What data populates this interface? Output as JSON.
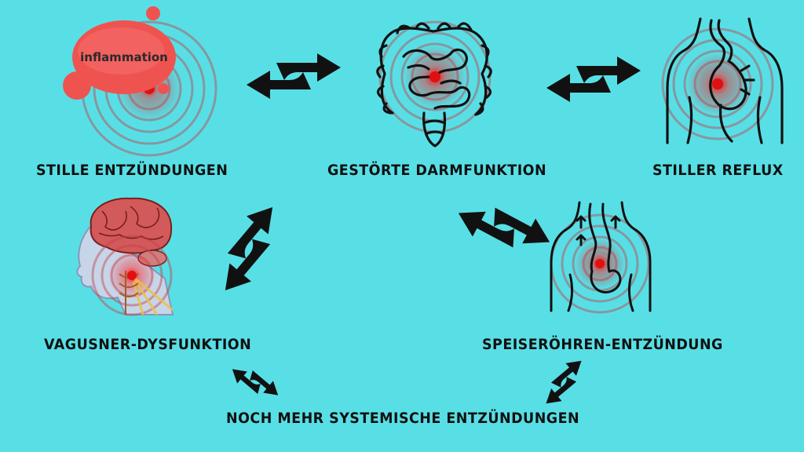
{
  "nodes": {
    "silent_inflammation": {
      "label": "Stille Entzündungen",
      "badge_text": "inflammation"
    },
    "gut_dysfunction": {
      "label": "Gestörte Darmfunktion"
    },
    "silent_reflux": {
      "label": "Stiller Reflux"
    },
    "vagus_dysfunction": {
      "label": "Vagusner-Dysfunktion"
    },
    "esophagus_inflammation": {
      "label": "Speiseröhren-Entzündung"
    },
    "systemic_inflammation": {
      "label": "Noch mehr systemische Entzündungen"
    }
  },
  "icons": {
    "inflammation": "inflammation-blob-icon",
    "intestine": "intestine-icon",
    "reflux_torso": "torso-reflux-icon",
    "head_neck": "head-brain-neck-icon",
    "esophagus_torso": "torso-esophagus-icon",
    "arrows": "bidirectional-arrow-icon"
  },
  "colors": {
    "background": "#58dfe6",
    "pain_red": "#e01010",
    "blob_red": "#ef5350",
    "line": "#111111"
  }
}
